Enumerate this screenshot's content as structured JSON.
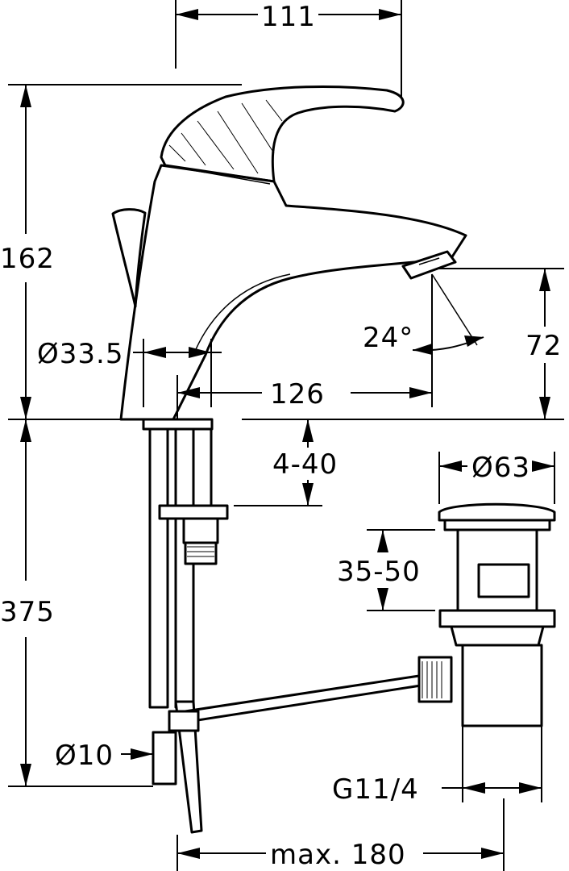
{
  "dimensions": {
    "width_111": "111",
    "height_162": "162",
    "diameter_33_5": "Ø33.5",
    "length_126": "126",
    "angle_24": "24°",
    "height_72": "72",
    "range_4_40": "4-40",
    "diameter_63": "Ø63",
    "range_35_50": "35-50",
    "height_375": "375",
    "diameter_10": "Ø10",
    "thread_g11_4": "G11/4",
    "max_180": "max. 180"
  },
  "colors": {
    "line": "#000000",
    "background": "#ffffff"
  }
}
